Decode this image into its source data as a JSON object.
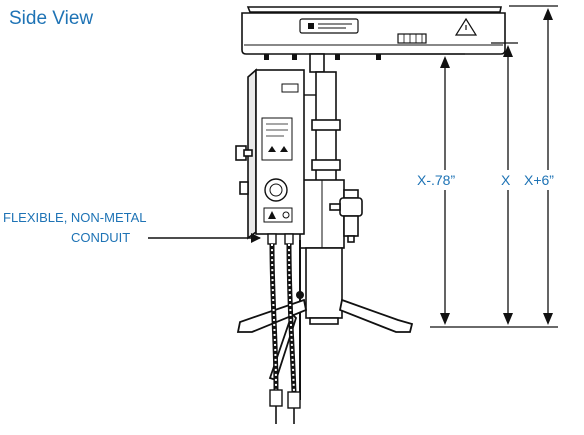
{
  "title": "Side View",
  "callout": {
    "line1": "FLEXIBLE, NON-METAL",
    "line2": "CONDUIT"
  },
  "dimensions": {
    "inner": "X-.78”",
    "middle": "X",
    "outer": "X+6”"
  },
  "colors": {
    "label_blue": "#1e73b5",
    "line": "#111111",
    "background": "#ffffff"
  }
}
